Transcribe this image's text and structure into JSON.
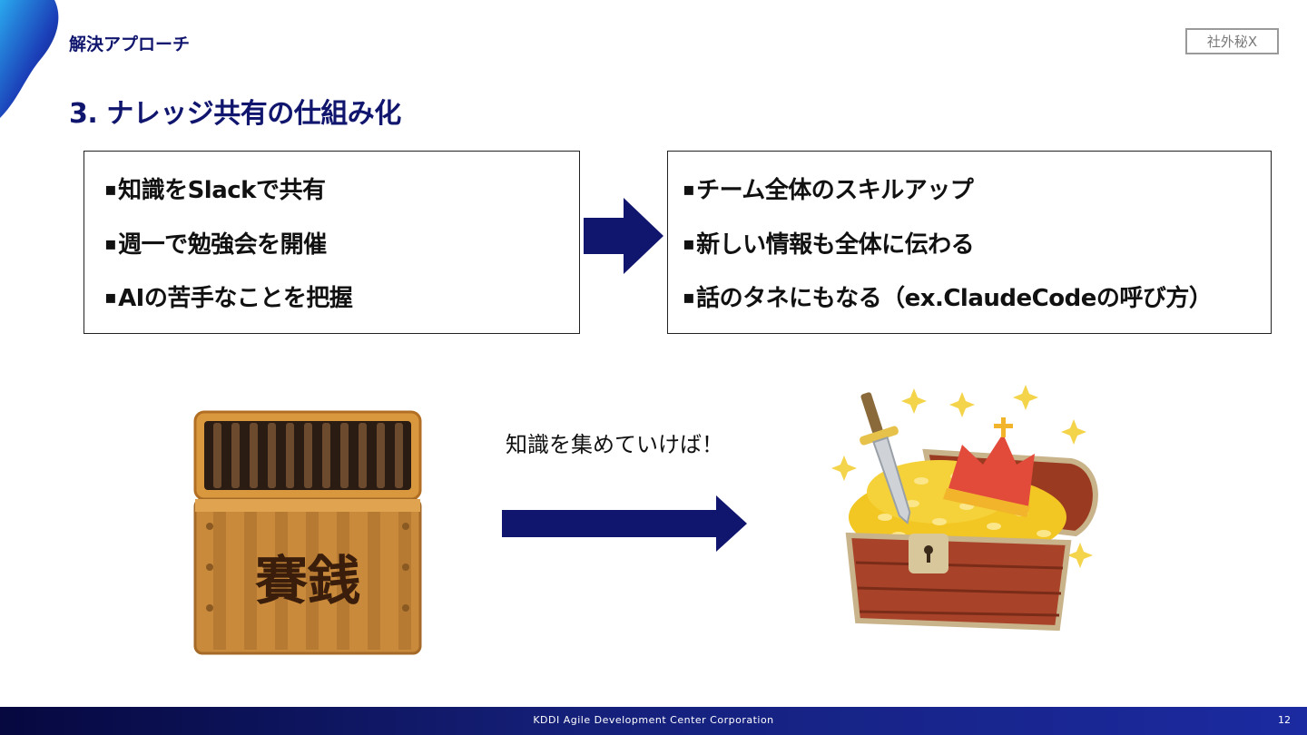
{
  "header": {
    "section_label": "解決アプローチ",
    "confidential_badge": "社外秘X",
    "slide_title": "3. ナレッジ共有の仕組み化"
  },
  "left_box": {
    "bullet_symbol": "▪",
    "items": [
      "知識をSlackで共有",
      "週一で勉強会を開催",
      "AIの苦手なことを把握"
    ]
  },
  "right_box": {
    "bullet_symbol": "▪",
    "items": [
      "チーム全体のスキルアップ",
      "新しい情報も全体に伝わる",
      "話のタネにもなる（ex.ClaudeCodeの呼び方）"
    ]
  },
  "illustration": {
    "caption": "知識を集めていけば！",
    "offering_box_text": "賽銭",
    "left_image_icon": "offering-box-icon",
    "right_image_icon": "treasure-chest-icon"
  },
  "footer": {
    "company": "KDDI Agile Development Center Corporation",
    "page_number": "12"
  },
  "colors": {
    "accent_navy": "#10156e",
    "footer_start": "#06083f",
    "footer_end": "#1b2aa0"
  }
}
